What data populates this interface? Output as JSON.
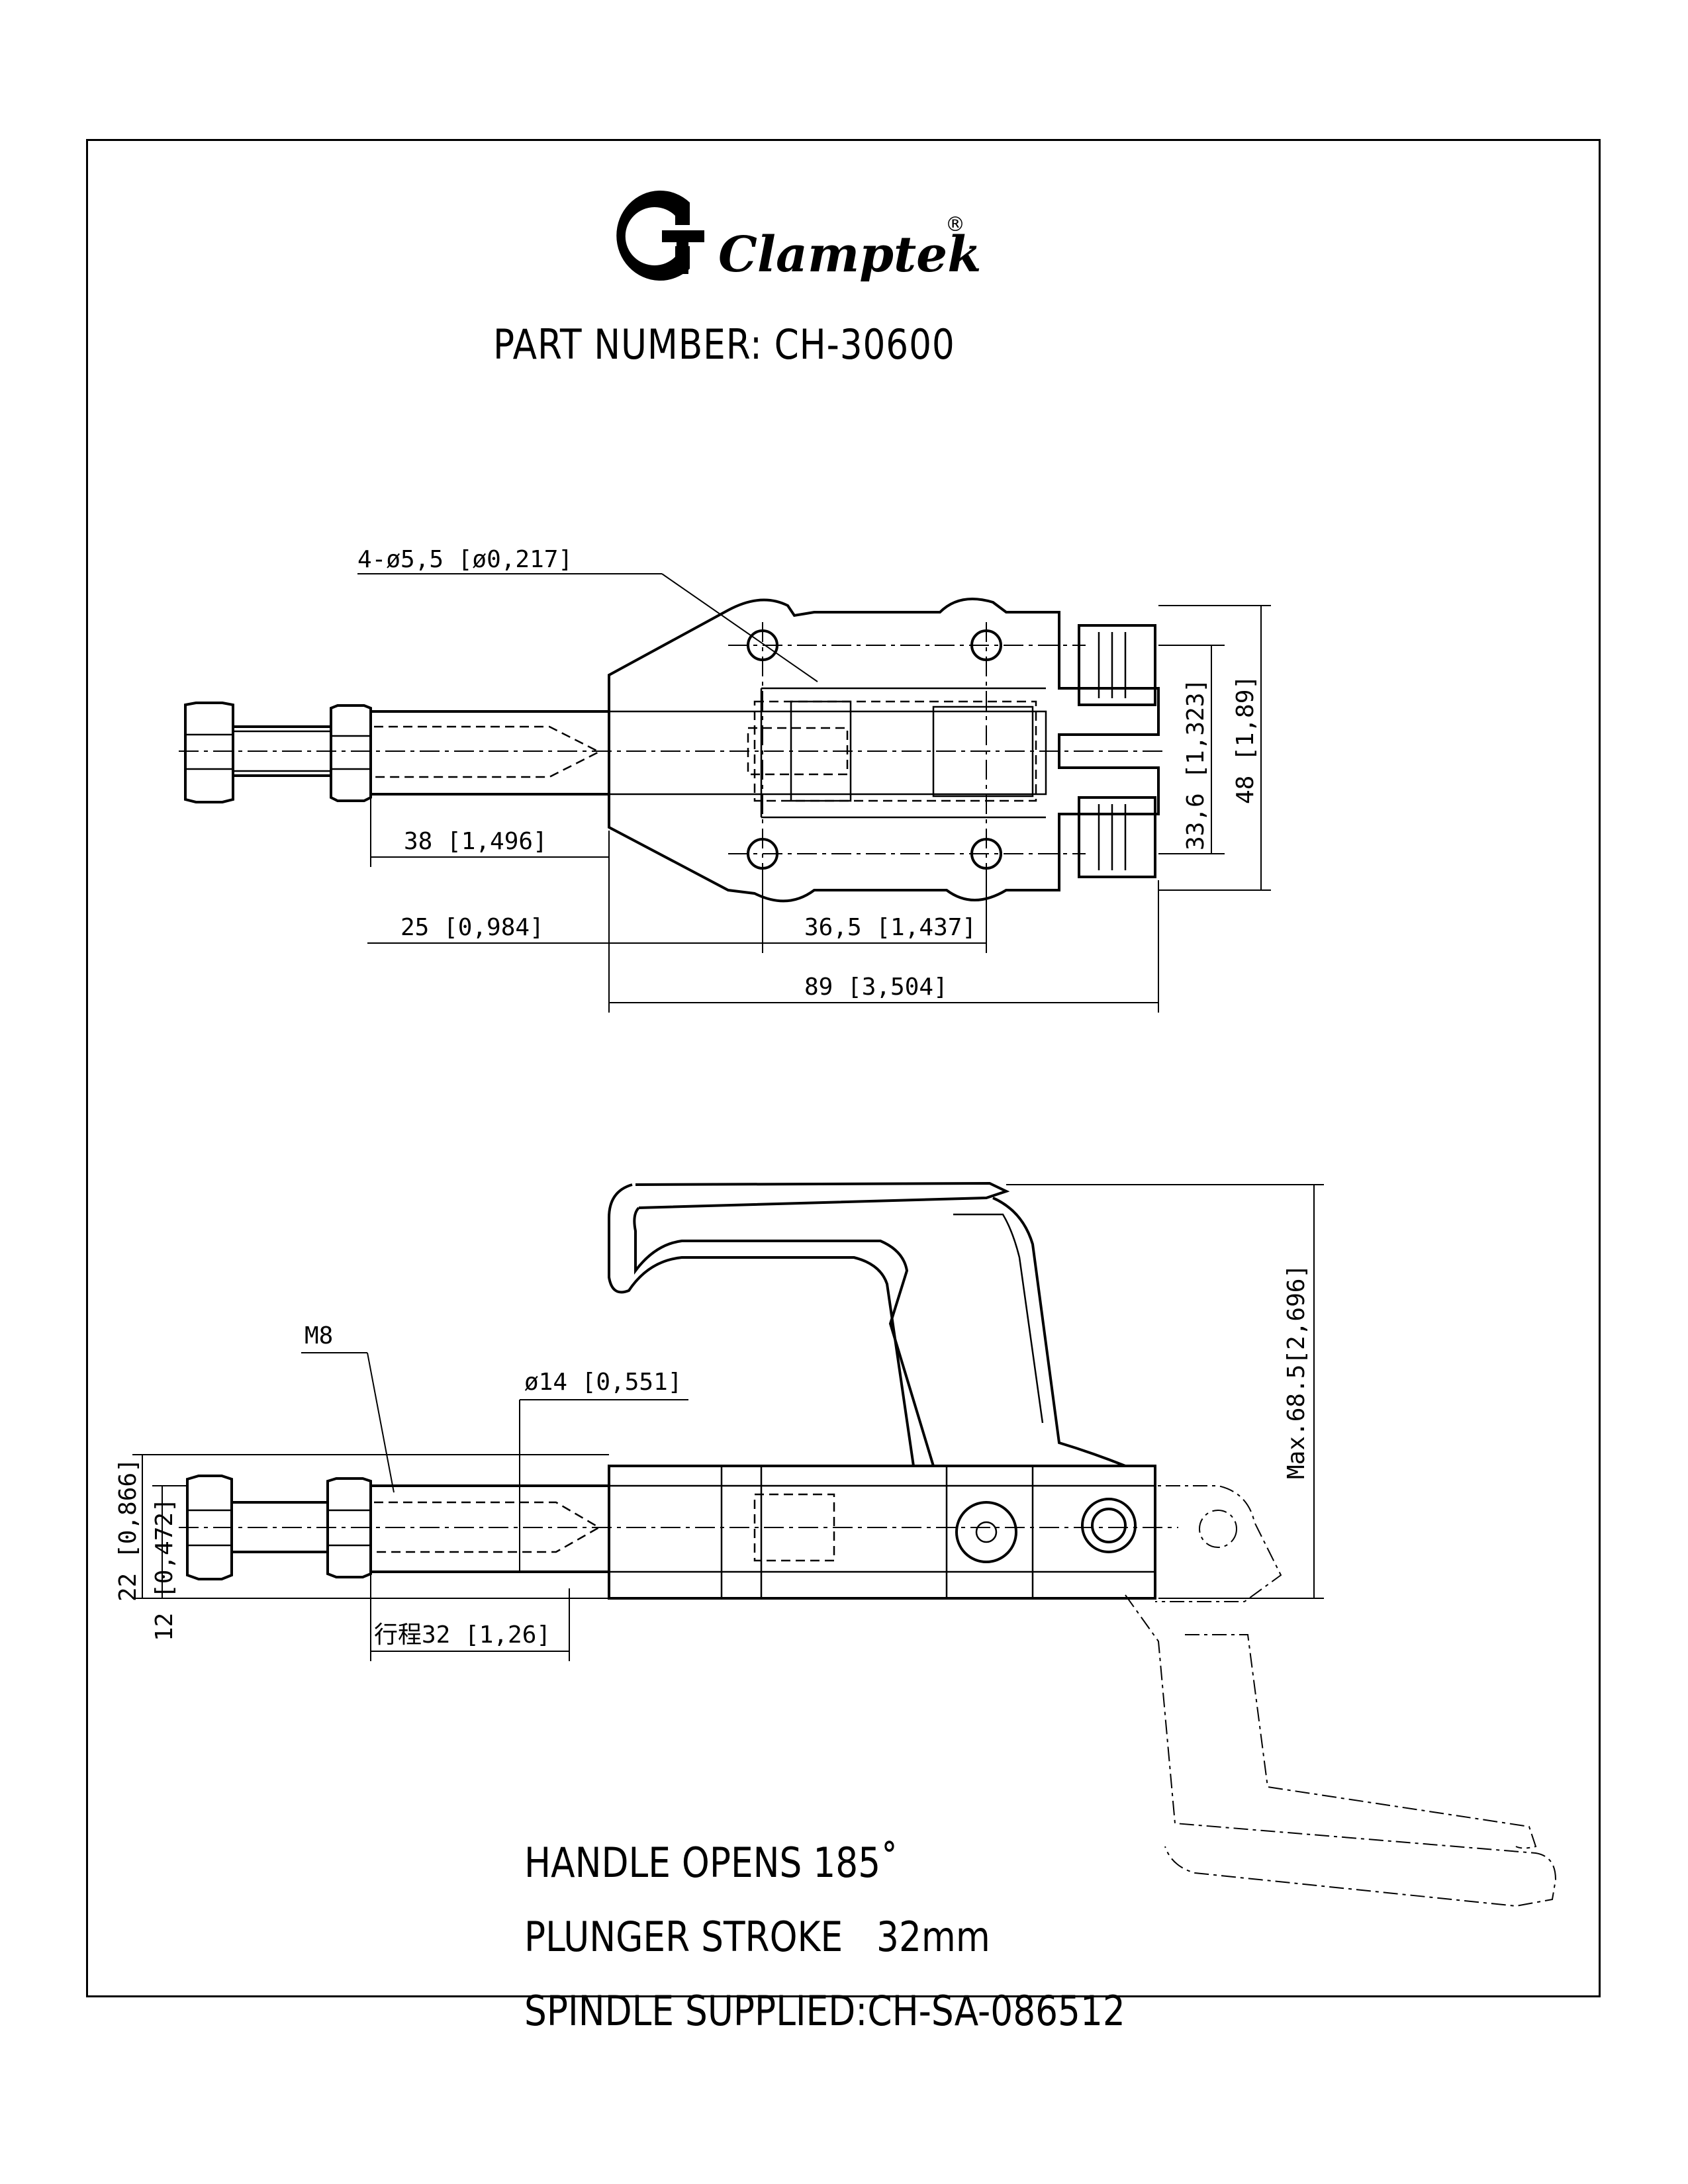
{
  "brand": {
    "name": "Clamptek",
    "registered_mark": "®",
    "logo_icon": "clamptek-cg-logo-icon"
  },
  "part_number": "PART NUMBER: CH-30600",
  "dimensions": {
    "holes": "4-ø5,5 [ø0,217]",
    "d38": "38 [1,496]",
    "d25": "25 [0,984]",
    "d36_5": "36,5 [1,437]",
    "d89": "89 [3,504]",
    "d33_6": "33,6 [1,323]",
    "d48": "48 [1,89]",
    "m8": "M8",
    "d14": "ø14 [0,551]",
    "d22": "22 [0,866]",
    "d12": "12 [0,472]",
    "stroke": "行程32 [1,26]",
    "max68": "Max.68.5[2,696]"
  },
  "notes": {
    "line1": "HANDLE OPENS 185˚",
    "line2": "PLUNGER STROKE   32mm",
    "line3": "SPINDLE SUPPLIED:CH-SA-086512"
  }
}
